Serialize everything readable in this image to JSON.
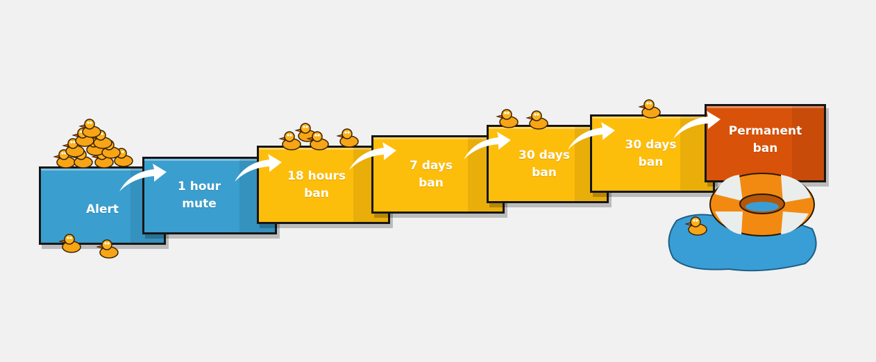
{
  "steps": [
    {
      "label": "Alert",
      "color": "#3a9ecf"
    },
    {
      "label": "1 hour\nmute",
      "color": "#3a9ecf"
    },
    {
      "label": "18 hours\nban",
      "color": "#fdbd0b"
    },
    {
      "label": "7 days\nban",
      "color": "#fdbd0b"
    },
    {
      "label": "30 days\nban",
      "color": "#fdbd0b"
    },
    {
      "label": "30 days\nban",
      "color": "#fdbd0b"
    },
    {
      "label": "Permanent\nban",
      "color": "#d9520a"
    }
  ],
  "icons": [
    "duck-icon",
    "arrow-icon",
    "life-ring-icon",
    "puddle-icon"
  ]
}
